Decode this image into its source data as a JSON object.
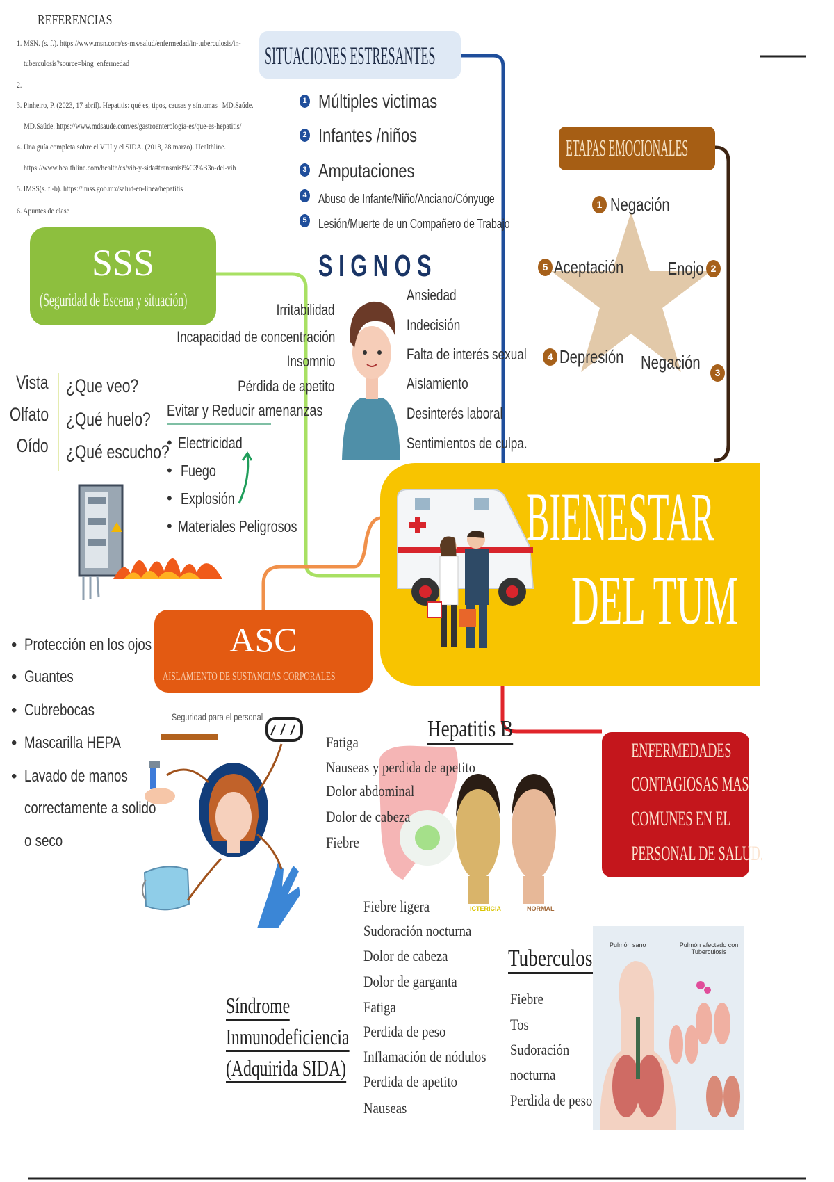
{
  "references": {
    "title": "REFERENCIAS",
    "lines": [
      "1. MSN. (s. f.). https://www.msn.com/es-mx/salud/enfermedad/in-tuberculosis/in-",
      "tuberculosis?source=bing_enfermedad",
      "2.",
      "3. Pinheiro, P. (2023, 17 abril). Hepatitis: qué es, tipos, causas y síntomas | MD.Saúde.",
      "MD.Saúde. https://www.mdsaude.com/es/gastroenterologia-es/que-es-hepatitis/",
      "4. Una guía completa sobre el VIH y el SIDA. (2018, 28 marzo). Healthline.",
      "https://www.healthline.com/health/es/vih-y-sida#transmisi%C3%B3n-del-vih",
      "5. IMSS(s. f.-b). https://imss.gob.mx/salud-en-linea/hepatitis",
      "6. Apuntes de clase"
    ]
  },
  "stressful": {
    "title": "SITUACIONES ESTRESANTES",
    "items": [
      {
        "n": "1",
        "label": "Múltiples victimas"
      },
      {
        "n": "2",
        "label": "Infantes /niños"
      },
      {
        "n": "3",
        "label": "Amputaciones"
      },
      {
        "n": "4",
        "label": "Abuso de Infante/Niño/Anciano/Cónyuge"
      },
      {
        "n": "5",
        "label": "Lesión/Muerte de un Compañero de Trabajo"
      }
    ]
  },
  "signs": {
    "title": "S I G N O S",
    "left": [
      "Irritabilidad",
      "Incapacidad de concentración",
      "Insomnio",
      "Pérdida de apetito"
    ],
    "right": [
      "Ansiedad",
      "Indecisión",
      "Falta de interés sexual",
      "Aislamiento",
      "Desinterés laboral",
      "Sentimientos de culpa."
    ]
  },
  "stages": {
    "title": "ETAPAS EMOCIONALES",
    "items": [
      {
        "n": "1",
        "label": "Negación"
      },
      {
        "n": "2",
        "label": "Enojo"
      },
      {
        "n": "3",
        "label": "Negación"
      },
      {
        "n": "4",
        "label": "Depresión"
      },
      {
        "n": "5",
        "label": "Aceptación"
      }
    ]
  },
  "sss": {
    "title": "SSS",
    "subtitle": "(Seguridad de Escena y situación)",
    "senses": [
      "Vista",
      "Olfato",
      "Oído"
    ],
    "questions": [
      "¿Que veo?",
      "¿Qué huelo?",
      "¿Qué escucho?"
    ],
    "threats_title": "Evitar y Reducir amenanzas",
    "threats": [
      "Electricidad",
      "Fuego",
      "Explosión",
      "Materiales Peligrosos"
    ]
  },
  "center": {
    "line1": "BIENESTAR",
    "line2": "DEL TUM"
  },
  "asc": {
    "title": "ASC",
    "subtitle": "AISLAMIENTO DE SUSTANCIAS CORPORALES",
    "items": [
      "Protección en los ojos",
      "Guantes",
      "Cubrebocas",
      "Mascarilla HEPA",
      "Lavado de manos"
    ],
    "continuation": [
      "correctamente a solido",
      "o seco"
    ],
    "ppe_caption": "Seguridad para el personal"
  },
  "diseases": {
    "title_lines": [
      "ENFERMEDADES",
      "CONTAGIOSAS MAS",
      "COMUNES EN EL",
      "PERSONAL DE SALUD."
    ],
    "hepatitis": {
      "title": "Hepatitis B",
      "symptoms": [
        "Fatiga",
        "Nauseas y perdida de apetito",
        "Dolor abdominal",
        "Dolor de cabeza",
        "Fiebre"
      ],
      "face_labels": [
        "ICTERICIA",
        "NORMAL"
      ]
    },
    "sida": {
      "title_lines": [
        "Síndrome",
        "Inmunodeficiencia",
        "(Adquirida SIDA)"
      ],
      "symptoms": [
        "Fiebre ligera",
        "Sudoración nocturna",
        "Dolor de cabeza",
        "Dolor de garganta",
        "Fatiga",
        "Perdida de peso",
        "Inflamación de nódulos",
        "Perdida de apetito",
        "Nauseas"
      ]
    },
    "tuberculosis": {
      "title": "Tuberculosis",
      "symptoms": [
        "Fiebre",
        "Tos",
        "Sudoración",
        "nocturna",
        "Perdida de peso"
      ],
      "image_labels": [
        "Pulmón sano",
        "Pulmón afectado con Tuberculosis"
      ]
    }
  },
  "colors": {
    "blue": "#1f4e9b",
    "green": "#8dbf3e",
    "brown": "#a6601a",
    "yellow": "#f8c400",
    "orange": "#e35a12",
    "red": "#c4161c"
  }
}
